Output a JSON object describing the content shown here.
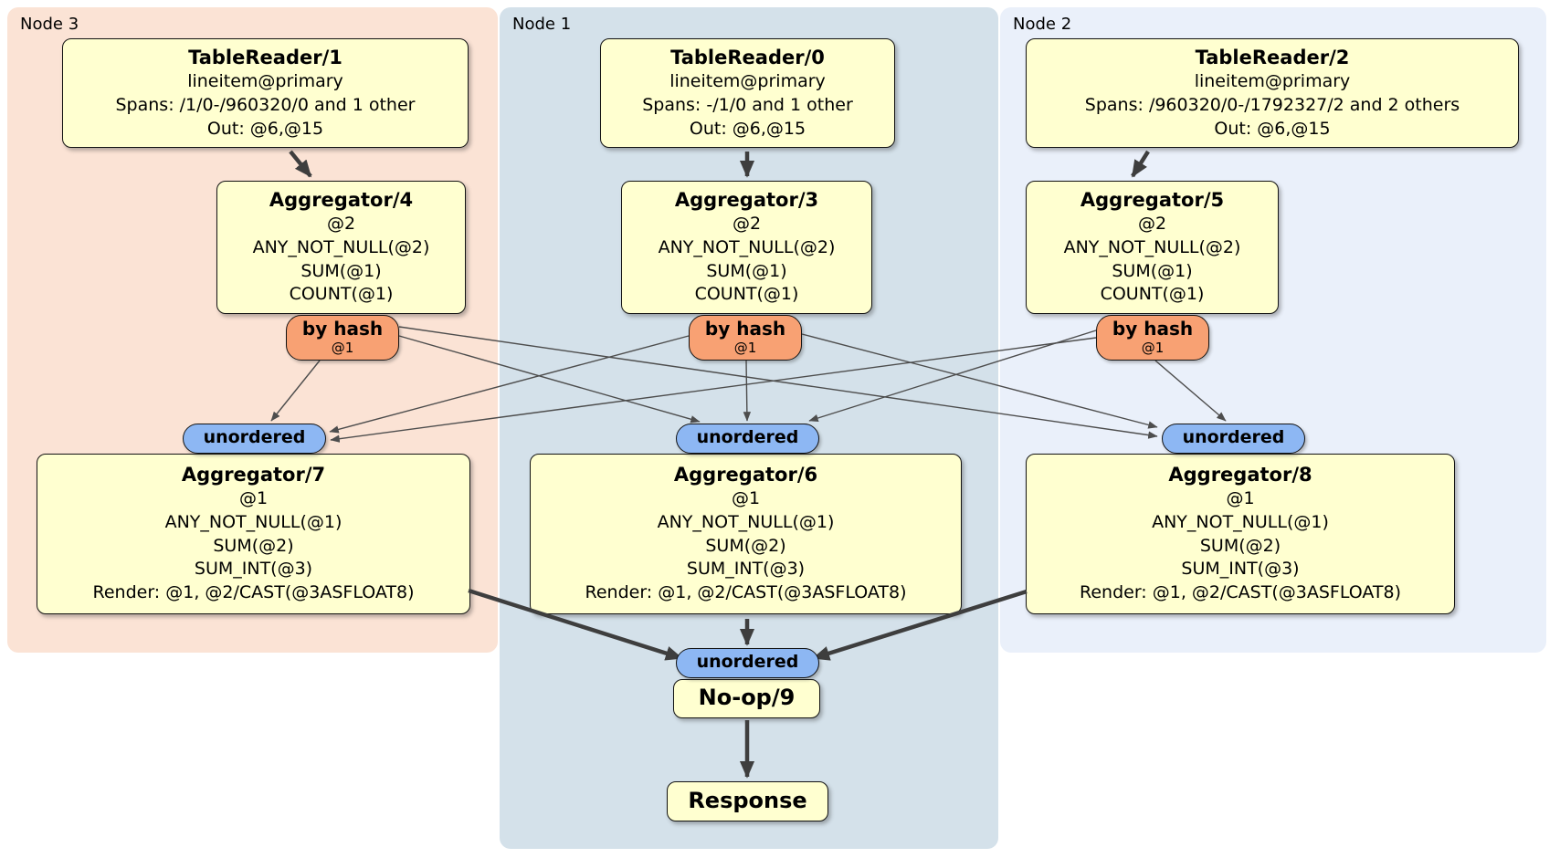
{
  "colors": {
    "canvas_bg": "#ffffff",
    "node3_bg": "#fbe3d5",
    "node1_bg": "#d4e1ea",
    "node2_bg": "#eaf0fa",
    "box_fill": "#ffffd0",
    "box_border": "#131313",
    "hash_fill": "#f8a173",
    "sync_fill": "#8db7f3",
    "edge_thin": "#4d4d4d",
    "edge_thick": "#3e3e3e"
  },
  "regions": {
    "node3": {
      "label": "Node 3"
    },
    "node1": {
      "label": "Node 1"
    },
    "node2": {
      "label": "Node 2"
    }
  },
  "processors": {
    "tr1": {
      "title": "TableReader/1",
      "lines": [
        "lineitem@primary",
        "Spans: /1/0-/960320/0 and 1 other",
        "Out: @6,@15"
      ]
    },
    "tr0": {
      "title": "TableReader/0",
      "lines": [
        "lineitem@primary",
        "Spans: -/1/0 and 1 other",
        "Out: @6,@15"
      ]
    },
    "tr2": {
      "title": "TableReader/2",
      "lines": [
        "lineitem@primary",
        "Spans: /960320/0-/1792327/2 and 2 others",
        "Out: @6,@15"
      ]
    },
    "agg4": {
      "title": "Aggregator/4",
      "lines": [
        "@2",
        "ANY_NOT_NULL(@2)",
        "SUM(@1)",
        "COUNT(@1)"
      ]
    },
    "agg3": {
      "title": "Aggregator/3",
      "lines": [
        "@2",
        "ANY_NOT_NULL(@2)",
        "SUM(@1)",
        "COUNT(@1)"
      ]
    },
    "agg5": {
      "title": "Aggregator/5",
      "lines": [
        "@2",
        "ANY_NOT_NULL(@2)",
        "SUM(@1)",
        "COUNT(@1)"
      ]
    },
    "agg7": {
      "title": "Aggregator/7",
      "lines": [
        "@1",
        "ANY_NOT_NULL(@1)",
        "SUM(@2)",
        "SUM_INT(@3)",
        "Render: @1, @2/CAST(@3ASFLOAT8)"
      ]
    },
    "agg6": {
      "title": "Aggregator/6",
      "lines": [
        "@1",
        "ANY_NOT_NULL(@1)",
        "SUM(@2)",
        "SUM_INT(@3)",
        "Render: @1, @2/CAST(@3ASFLOAT8)"
      ]
    },
    "agg8": {
      "title": "Aggregator/8",
      "lines": [
        "@1",
        "ANY_NOT_NULL(@1)",
        "SUM(@2)",
        "SUM_INT(@3)",
        "Render: @1, @2/CAST(@3ASFLOAT8)"
      ]
    },
    "noop": {
      "title": "No-op/9"
    },
    "response": {
      "title": "Response"
    }
  },
  "router": {
    "label": "by hash",
    "detail": "@1"
  },
  "sync": {
    "label": "unordered"
  }
}
